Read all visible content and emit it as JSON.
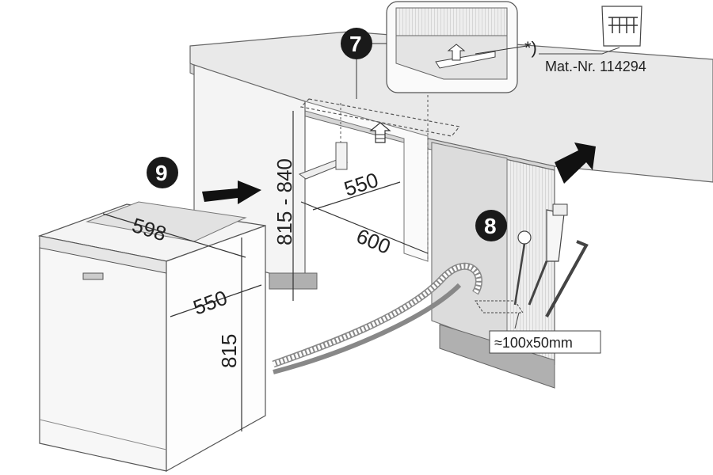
{
  "steps": {
    "step7": "7",
    "step8": "8",
    "step9": "9"
  },
  "dimensions": {
    "niche_height": "815 - 840",
    "niche_depth": "550",
    "niche_width": "600",
    "unit_width": "598",
    "unit_depth": "550",
    "unit_height": "815",
    "opening": "≈100x50mm"
  },
  "note": {
    "asterisk": "*)",
    "material": "Mat.-Nr. 114294"
  },
  "icons": {
    "arrow": "up-arrow-icon",
    "hose": "hose-icon",
    "plug": "power-plug-icon",
    "screws": "screw-pack-icon"
  }
}
